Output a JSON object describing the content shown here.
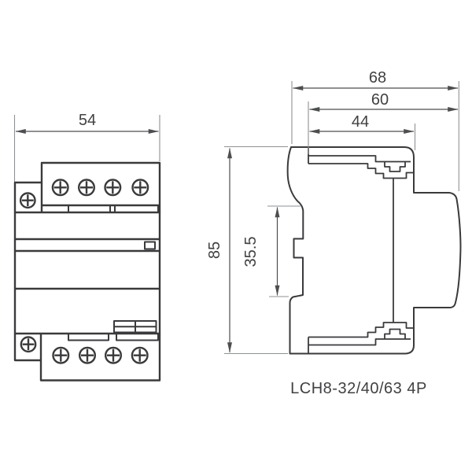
{
  "drawing": {
    "title": "LCH8-32/40/63 4P",
    "front_view": {
      "width_dim": "54"
    },
    "side_view": {
      "overall_depth_dim": "68",
      "body_depth_dim": "60",
      "cover_depth_dim": "44",
      "height_dim": "85",
      "mount_notch_dim": "35.5"
    },
    "colors": {
      "line": "#3a3a3c",
      "dim": "#4d4e50",
      "ext": "#8f9194",
      "text": "#414042",
      "bg": "#ffffff"
    }
  }
}
